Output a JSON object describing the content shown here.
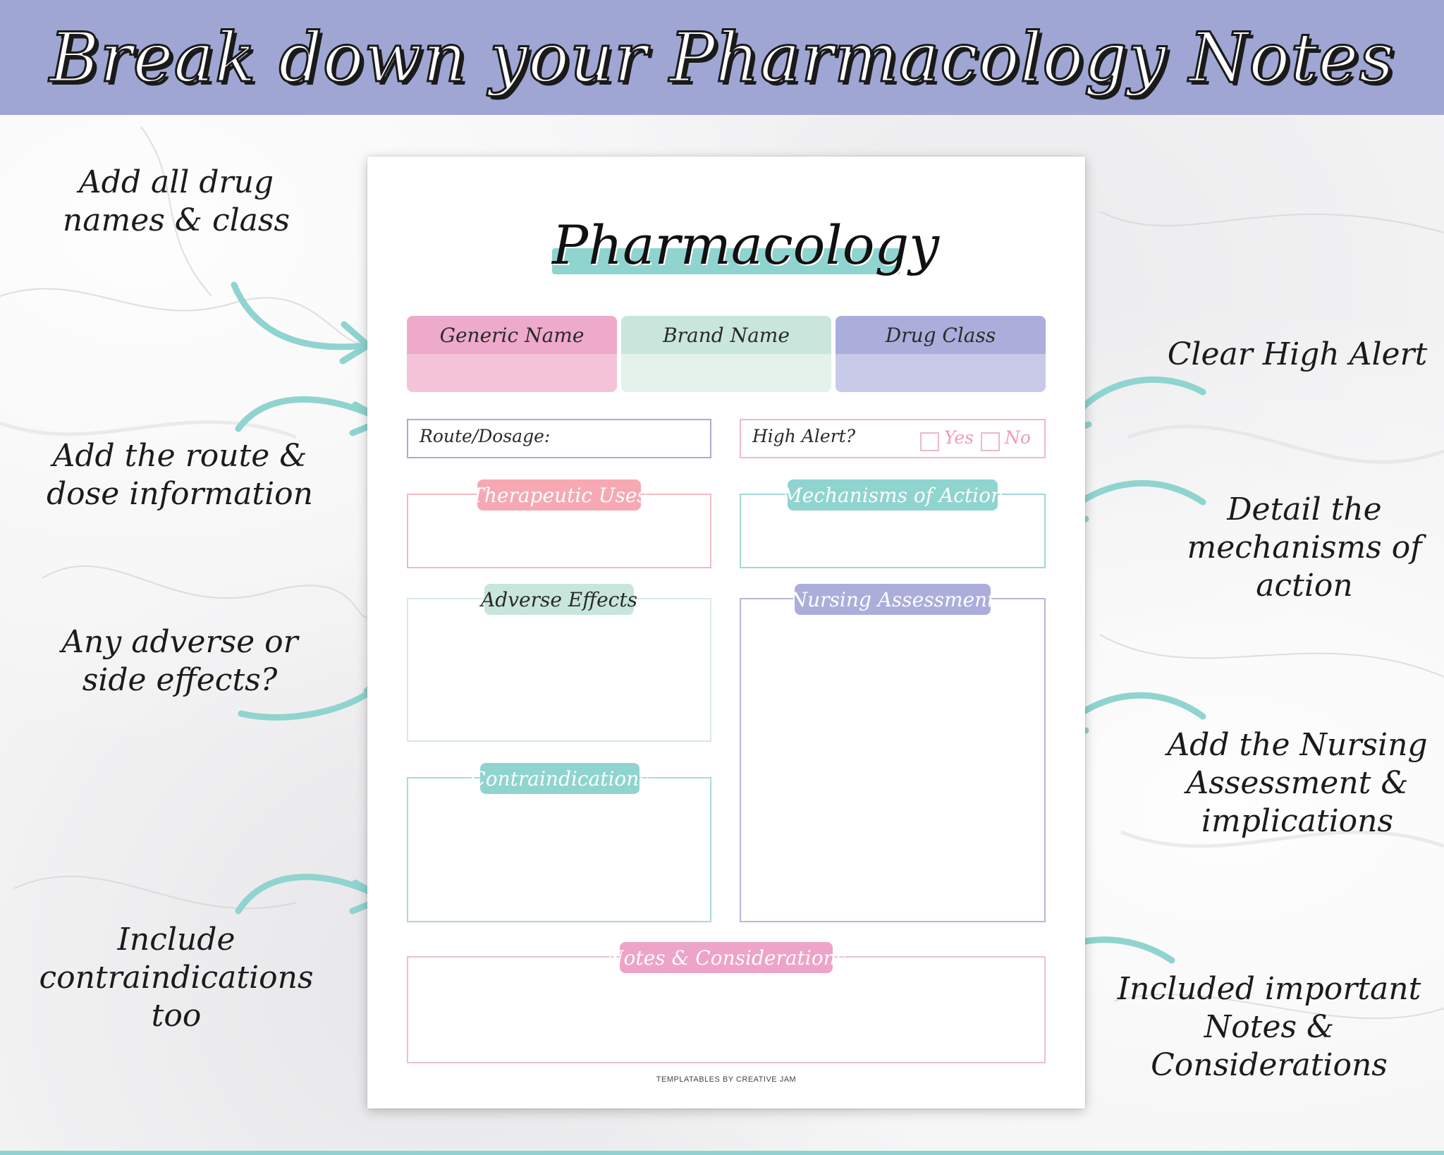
{
  "banner": {
    "title": "Break down your Pharmacology Notes"
  },
  "annotations": {
    "drug_names": "Add all drug\nnames & class",
    "route_dose": "Add the route &\ndose information",
    "adverse": "Any adverse or\nside effects?",
    "contraindications": "Include\ncontraindications too",
    "high_alert": "Clear High Alert",
    "mechanisms": "Detail the\nmechanisms of\naction",
    "nursing": "Add the Nursing\nAssessment &\nimplications",
    "notes": "Included important\nNotes &\nConsiderations"
  },
  "sheet": {
    "title": "Pharmacology",
    "fields": {
      "generic_name": "Generic Name",
      "brand_name": "Brand Name",
      "drug_class": "Drug Class"
    },
    "route_dosage_label": "Route/Dosage:",
    "high_alert_label": "High Alert?",
    "high_alert_options": {
      "yes": "Yes",
      "no": "No"
    },
    "sections": {
      "therapeutic_uses": "Therapeutic Uses",
      "mechanisms_of_action": "Mechanisms of Action",
      "adverse_effects": "Adverse Effects",
      "nursing_assessment": "Nursing Assessment",
      "contraindications": "Contraindications",
      "notes_considerations": "Notes & Considerations"
    },
    "footer_credit": "TEMPLATABLES BY CREATIVE JAM"
  },
  "colors": {
    "banner": "#a0a6d3",
    "teal": "#8fd4cf",
    "pink": "#eeaacb",
    "mint": "#c8e6dc",
    "lavender": "#abaedb",
    "coral": "#f6a9b3"
  }
}
